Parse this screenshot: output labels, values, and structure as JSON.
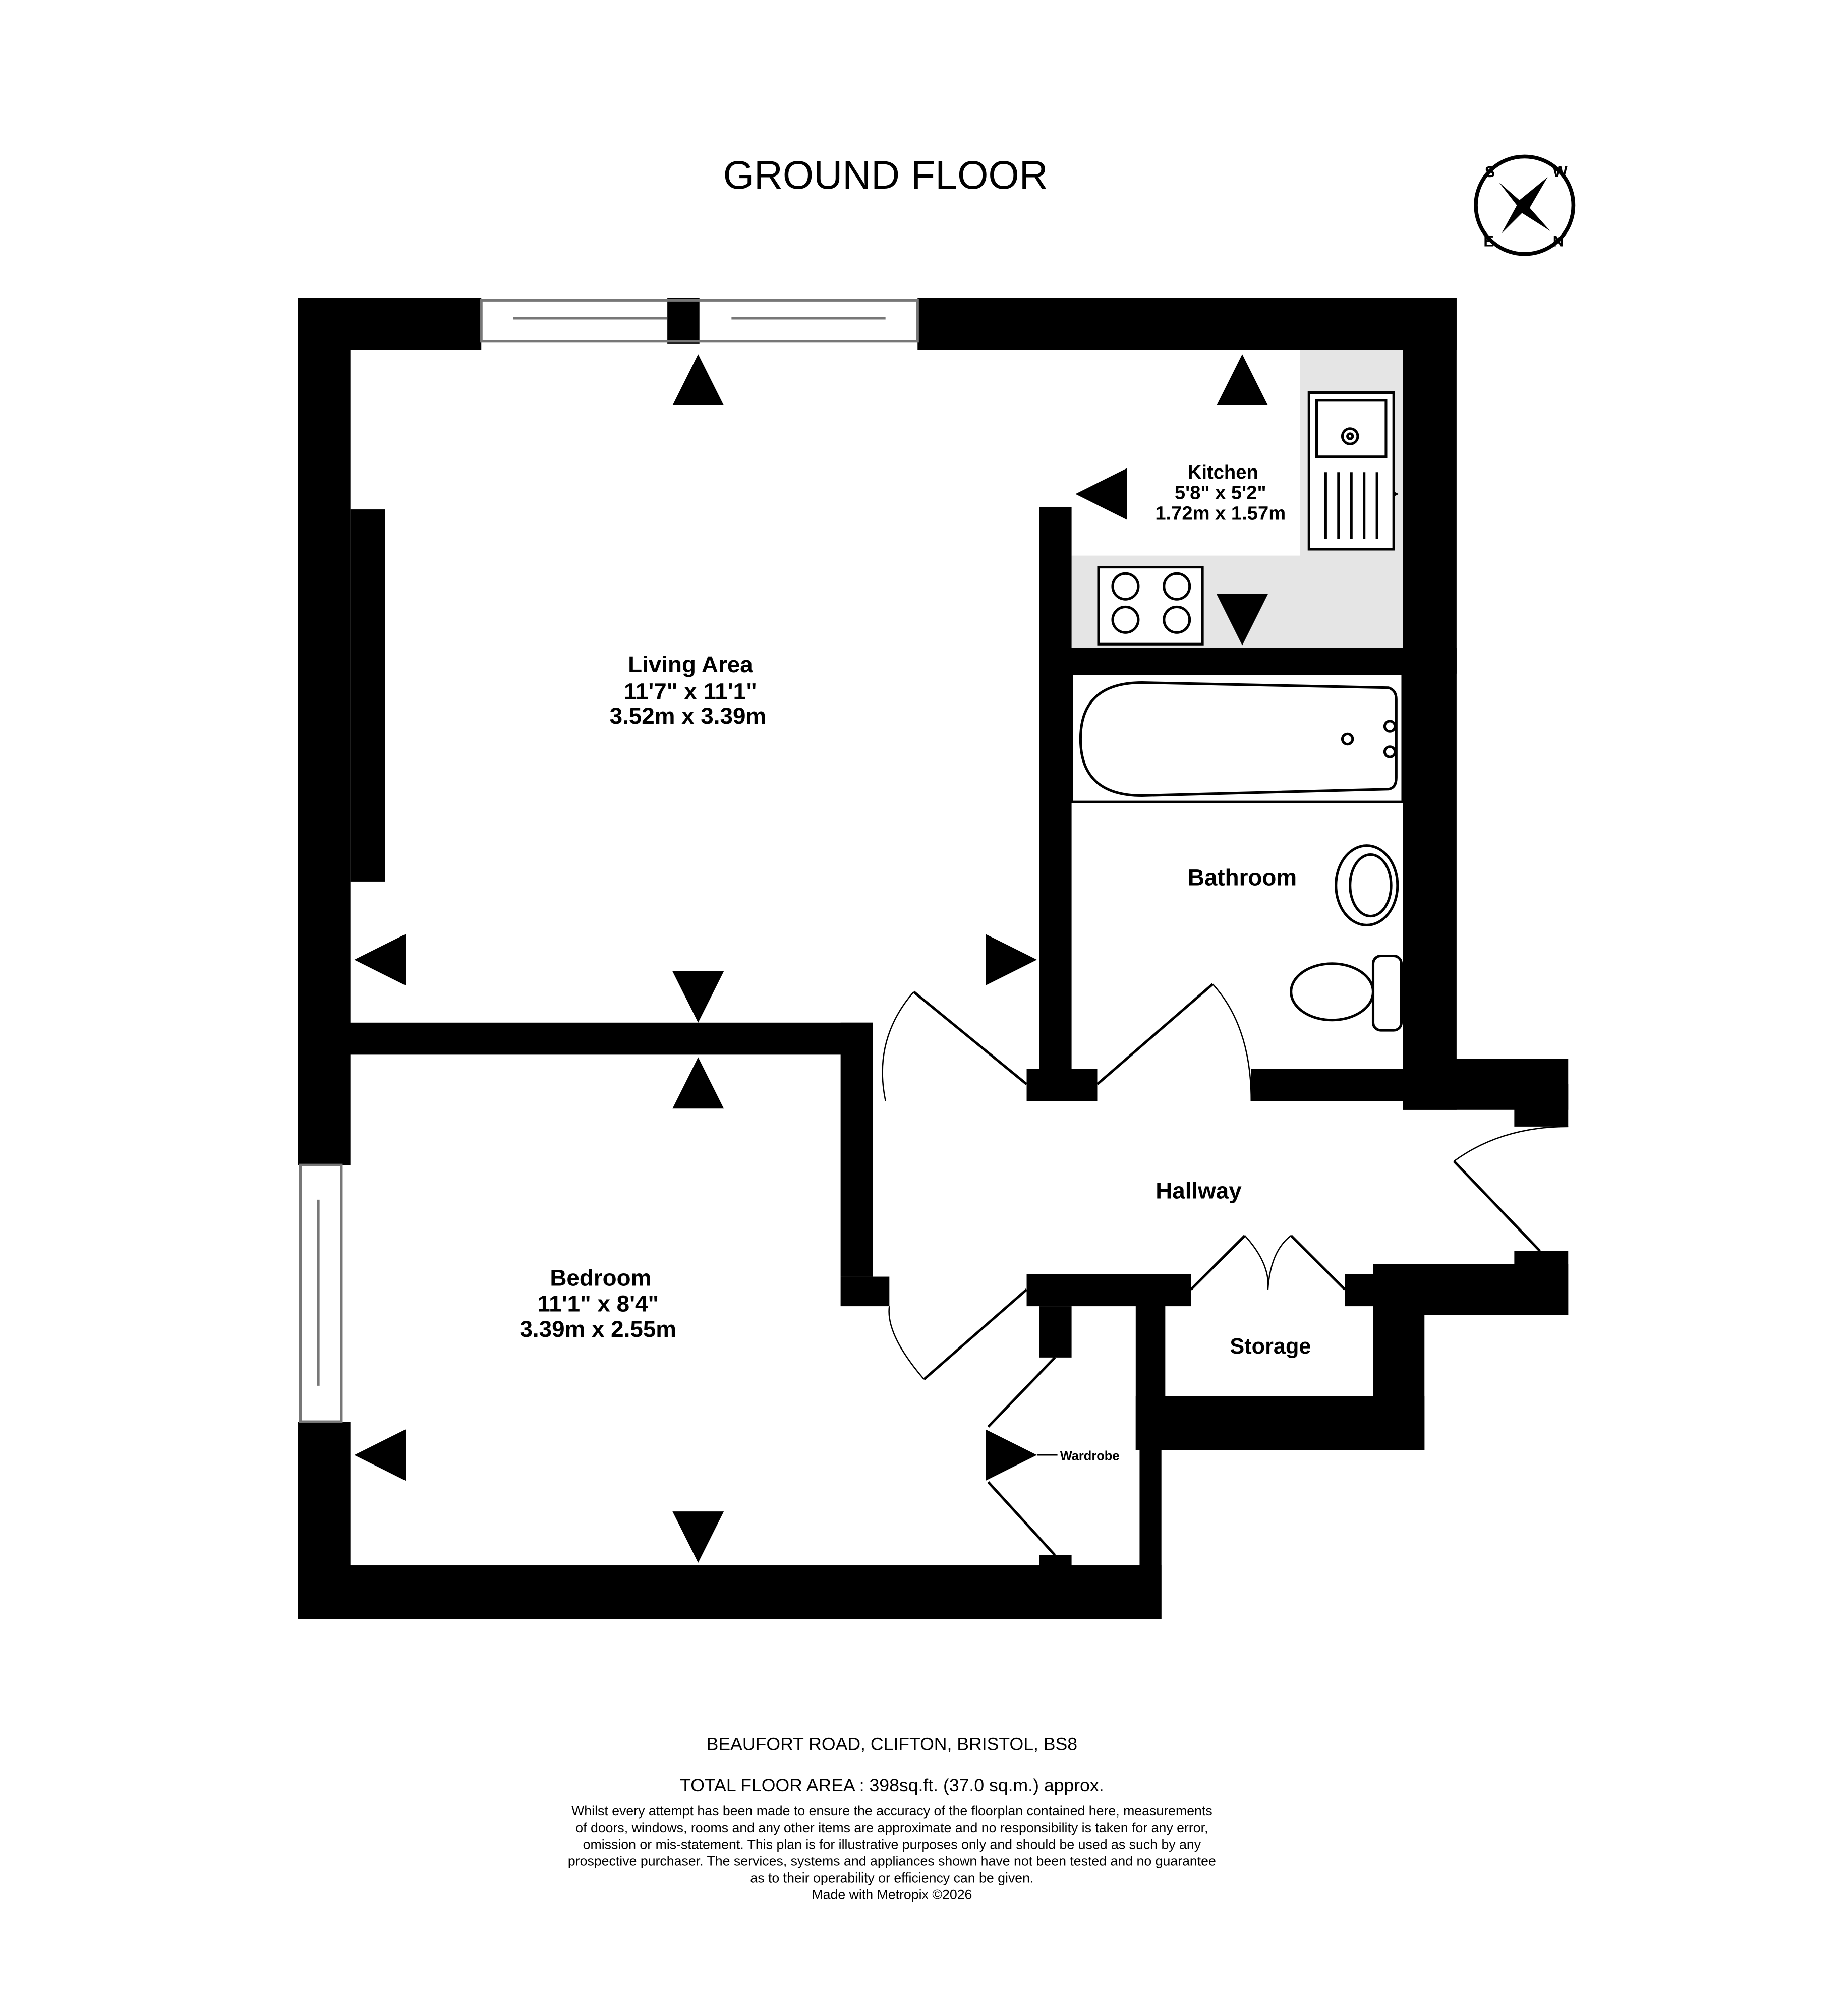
{
  "title": "GROUND FLOOR",
  "compass": {
    "labels": [
      "S",
      "W",
      "N",
      "E"
    ]
  },
  "rooms": {
    "living": {
      "name": "Living Area",
      "imperial": "11'7\"  x 11'1\"",
      "metric": "3.52m  x 3.39m"
    },
    "kitchen": {
      "name": "Kitchen",
      "imperial": "5'8\"  x 5'2\"",
      "metric": "1.72m  x 1.57m"
    },
    "bathroom": {
      "name": "Bathroom"
    },
    "hallway": {
      "name": "Hallway"
    },
    "bedroom": {
      "name": "Bedroom",
      "imperial": "11'1\"  x 8'4\"",
      "metric": "3.39m  x 2.55m"
    },
    "storage": {
      "name": "Storage"
    },
    "wardrobe": {
      "name": "Wardrobe"
    }
  },
  "footer": {
    "address": "BEAUFORT ROAD, CLIFTON, BRISTOL, BS8",
    "area": "TOTAL FLOOR AREA : 398sq.ft. (37.0 sq.m.) approx.",
    "disclaimer": [
      "Whilst every attempt has been made to ensure the accuracy of the floorplan contained here, measurements",
      "of doors, windows, rooms and any other items are approximate and no responsibility is taken for any error,",
      "omission or mis-statement. This plan is for illustrative purposes only and should be used as such by any",
      "prospective purchaser. The services, systems and appliances shown have not been tested and no guarantee",
      "as to their operability or efficiency can be given."
    ],
    "credit": "Made with Metropix ©2026"
  },
  "colors": {
    "wall": "#000000",
    "kitchen_floor": "#e5e5e5"
  }
}
